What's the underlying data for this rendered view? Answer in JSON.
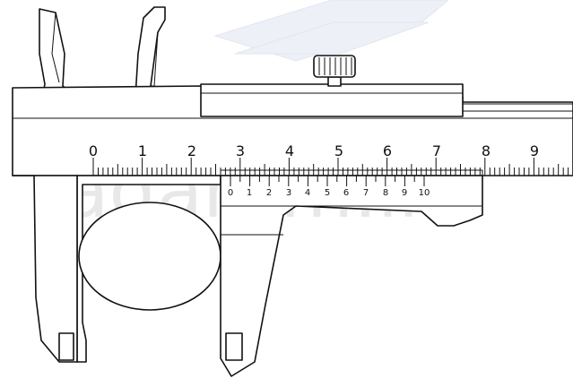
{
  "watermark": {
    "text": "agaram.lk",
    "color": "#e7e8ea"
  },
  "main_scale": {
    "labels": [
      "0",
      "1",
      "2",
      "3",
      "4",
      "5",
      "6",
      "7",
      "8",
      "9"
    ]
  },
  "vernier_scale": {
    "labels": [
      "0",
      "1",
      "2",
      "3",
      "4",
      "5",
      "6",
      "7",
      "8",
      "9",
      "10"
    ]
  },
  "colors": {
    "ink": "#111111",
    "paper": "#ffffff"
  }
}
